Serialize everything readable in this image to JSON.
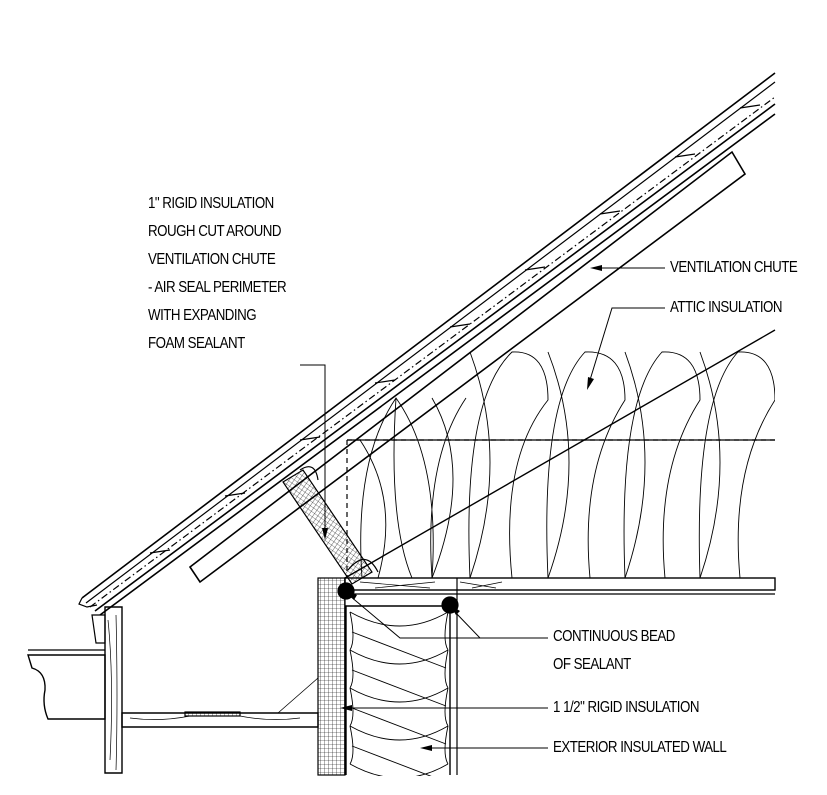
{
  "labels": {
    "rigid_insulation_note": [
      "1\" RIGID INSULATION",
      "ROUGH CUT AROUND",
      "VENTILATION CHUTE",
      "- AIR SEAL PERIMETER",
      "WITH EXPANDING",
      "FOAM SEALANT"
    ],
    "ventilation_chute": "VENTILATION CHUTE",
    "attic_insulation": "ATTIC INSULATION",
    "continuous_bead": [
      "CONTINUOUS BEAD",
      "OF SEALANT"
    ],
    "rigid_insulation_wall": "1 1/2\" RIGID INSULATION",
    "exterior_wall": "EXTERIOR INSULATED WALL"
  },
  "colors": {
    "line": "#000000",
    "background": "#ffffff"
  }
}
